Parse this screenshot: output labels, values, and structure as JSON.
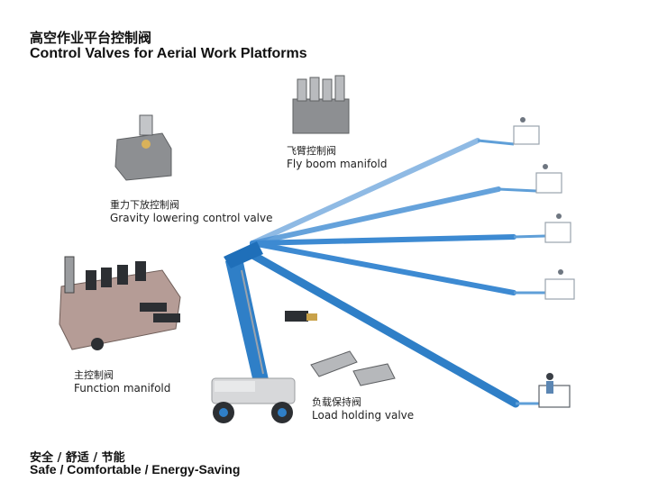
{
  "title": {
    "cn": "高空作业平台控制阀",
    "en": "Control Valves for Aerial Work Platforms"
  },
  "callouts": {
    "fly_boom": {
      "cn": "飞臂控制阀",
      "en": "Fly boom manifold"
    },
    "gravity": {
      "cn": "重力下放控制阀",
      "en": "Gravity lowering control valve"
    },
    "function": {
      "cn": "主控制阀",
      "en": "Function manifold"
    },
    "load_holding": {
      "cn": "负载保持阀",
      "en": "Load holding valve"
    }
  },
  "footer": {
    "cn": "安全 / 舒适 / 节能",
    "en": "Safe / Comfortable / Energy-Saving"
  },
  "colors": {
    "boom_blue": "#2f7fc7",
    "boom_blue_light": "#8fb8e2",
    "valve_gray": "#8d8f92",
    "chassis": "#d7d8da"
  }
}
